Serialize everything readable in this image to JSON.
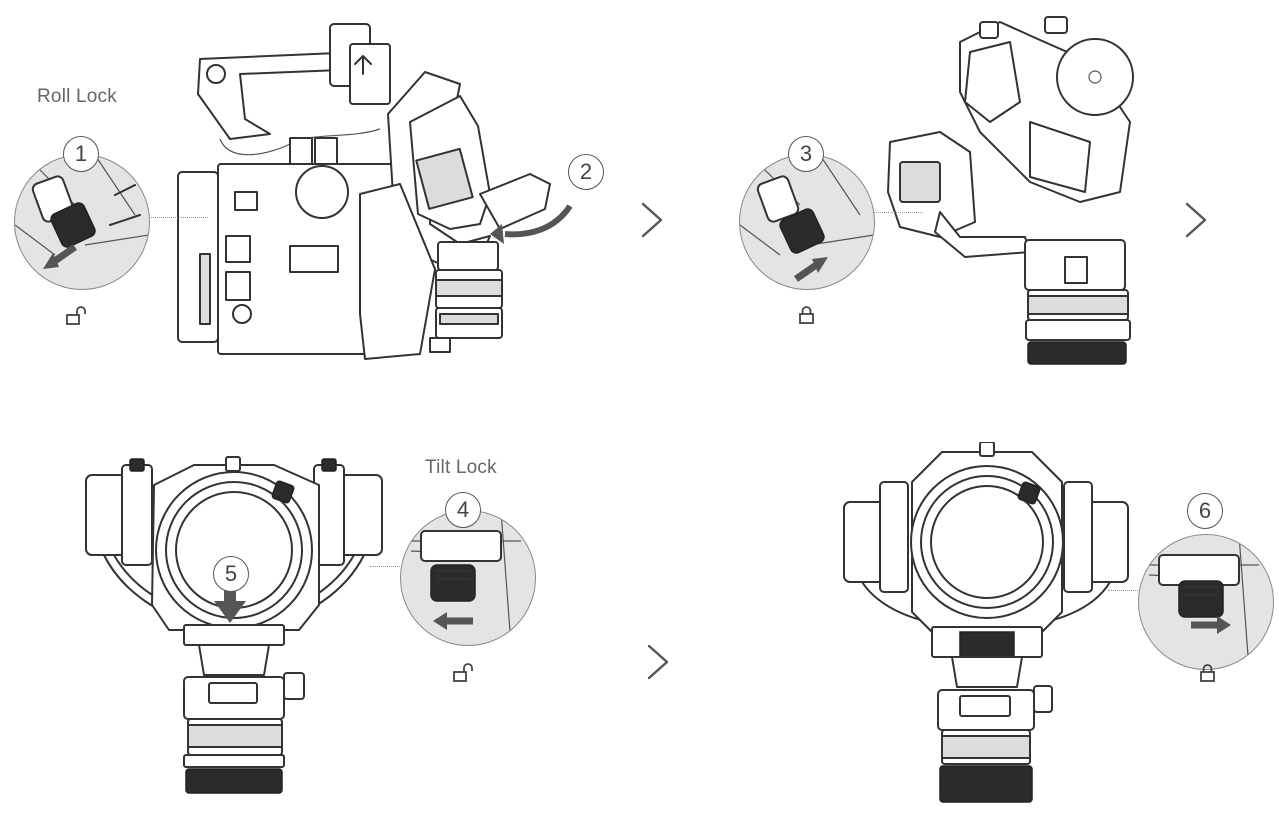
{
  "labels": {
    "roll_lock": "Roll Lock",
    "tilt_lock": "Tilt Lock"
  },
  "steps": [
    "1",
    "2",
    "3",
    "4",
    "5",
    "6"
  ],
  "icons": {
    "unlock": "unlock-icon",
    "lock": "lock-icon",
    "next": "chevron-right-icon",
    "arrow": "direction-arrow-icon"
  },
  "colors": {
    "line": "#333333",
    "arrow": "#555555",
    "zoom_bg": "#e4e4e4"
  }
}
